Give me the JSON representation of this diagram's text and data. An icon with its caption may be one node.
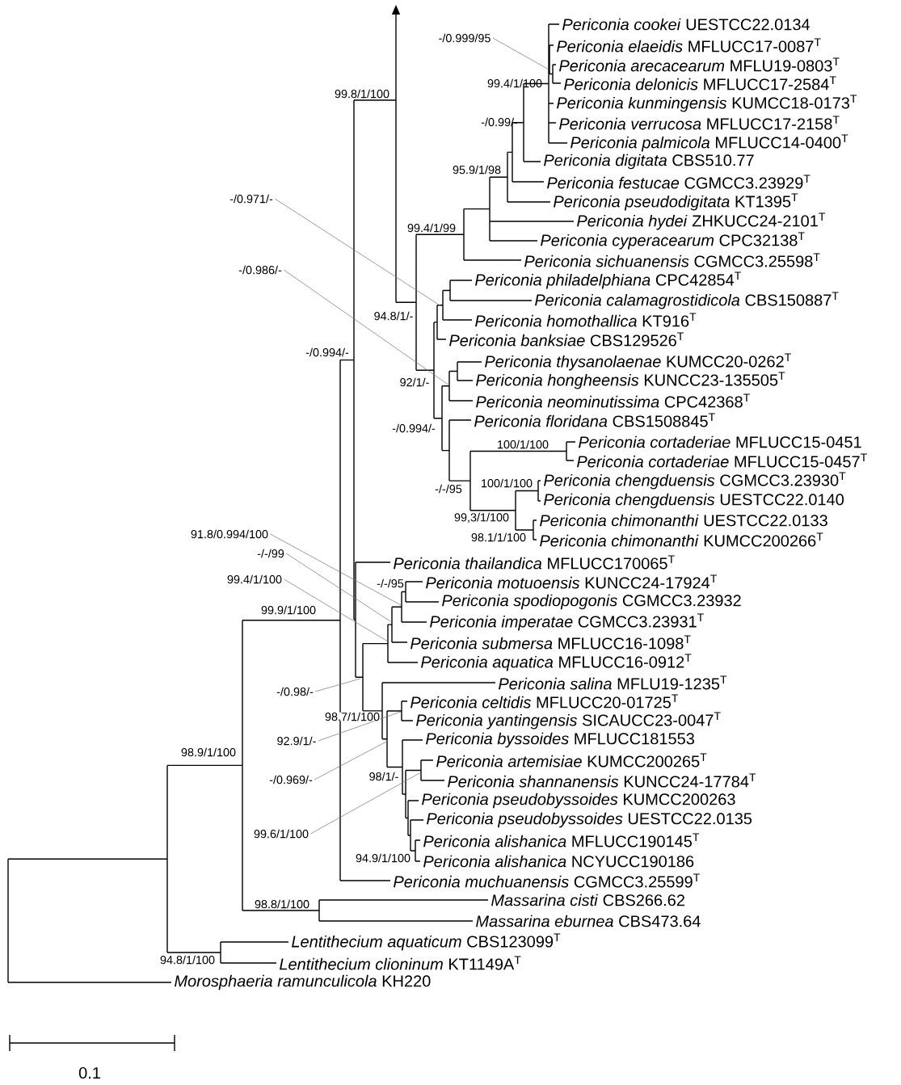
{
  "diagram": {
    "nodes": [
      {
        "text": [
          "-/0.999/95"
        ]
      },
      {
        "text": [
          "-/0.971/-"
        ]
      },
      {
        "text": [
          "-/0.986/-"
        ]
      },
      {
        "text": [
          "91.8/0.994/100"
        ]
      },
      {
        "text": [
          "-/-/99"
        ]
      },
      {
        "text": [
          "99.4/1/100"
        ]
      },
      {
        "text": [
          "-/0.98/-"
        ]
      },
      {
        "text": [
          "92.9/1/-"
        ]
      },
      {
        "text": [
          "-/0.969/-"
        ]
      },
      {
        "text": [
          "99.6/1/100"
        ]
      }
    ],
    "edges": [
      {
        "from": 0,
        "to": null,
        "arrow": "none"
      },
      {
        "from": 1,
        "to": null,
        "arrow": "none"
      },
      {
        "from": 2,
        "to": null,
        "arrow": "none"
      },
      {
        "from": 3,
        "to": null,
        "arrow": "none"
      },
      {
        "from": 4,
        "to": null,
        "arrow": "none"
      },
      {
        "from": 5,
        "to": null,
        "arrow": "none"
      },
      {
        "from": 6,
        "to": null,
        "arrow": "none"
      },
      {
        "from": 7,
        "to": null,
        "arrow": "none"
      },
      {
        "from": 8,
        "to": null,
        "arrow": "none"
      },
      {
        "from": 9,
        "to": null,
        "arrow": "none"
      }
    ],
    "labels": [
      "*Periconia cookei* UESTCC22.0134",
      "*Periconia elaeidis* MFLUCC17-0087$^{T}$",
      "*Periconia arecacearum* MFLU19-0803$^{T}$",
      "*Periconia delonicis* MFLUCC17-2584$^{T}$",
      "*Periconia kunmingensis* KUMCC18-0173$^{T}$",
      "*Periconia verrucosa* MFLUCC17-2158$^{T}$",
      "*Periconia palmicola* MFLUCC14-0400$^{T}$",
      "*Periconia digitata* CBS510.77",
      "*Periconia festucae* CGMCC3.23929$^{T}$",
      "*Periconia pseudodigitata* KT1395$^{T}$",
      "*Periconia hydei* ZHKUCC24-2101$^{T}$",
      "*Periconia cyperacearum* CPC32138$^{T}$",
      "*Periconia sichuanensis* CGMCC3.25598$^{T}$",
      "*Periconia philadelphiana* CPC42854$^{T}$",
      "*Periconia calamagrostidicola* CBS150887$^{T}$",
      "*Periconia homothallica* KT916$^{T}$",
      "*Periconia banksiae* CBS129526$^{T}$",
      "*Periconia thysanolaenae* KUMCC20-0262$^{T}$",
      "*Periconia hongheensis* KUNCC23-135505$^{T}$",
      "*Periconia neominutissima* CPC42368$^{T}$",
      "*Periconia floridana* CBS1508845$^{T}$",
      "*Periconia cortaderiae* MFLUCC15-0451",
      "*Periconia cortaderiae* MFLUCC15-0457$^{T}$",
      "*Periconia chengduensis* CGMCC3.23930$^{T}$",
      "*Periconia chengduensis* UESTCC22.0140",
      "*Periconia chimonanthi* UESTCC22.0133",
      "*Periconia chimonanthi* KUMCC200266$^{T}$",
      "*Periconia thailandica* MFLUCC170065$^{T}$",
      "*Periconia motuoensis* KUNCC24-17924$^{T}$",
      "*Periconia spodiopogonis* CGMCC3.23932",
      "*Periconia imperatae* CGMCC3.23931$^{T}$",
      "*Periconia submersa* MFLUCC16-1098$^{T}$",
      "*Periconia aquatica* MFLUCC16-0912$^{T}$",
      "*Periconia salina* MFLU19-1235$^{T}$",
      "*Periconia celtidis* MFLUCC20-01725$^{T}$",
      "*Periconia yantingensis* SICAUCC23-0047$^{T}$",
      "*Periconia byssoides* MFLUCC181553",
      "*Periconia artemisiae* KUMCC200265$^{T}$",
      "*Periconia shannanensis* KUNCC24-17784$^{T}$",
      "*Periconia pseudobyssoides* KUMCC200263",
      "*Periconia pseudobyssoides* UESTCC22.0135",
      "*Periconia alishanica* MFLUCC190145$^{T}$",
      "*Periconia alishanica* NCYUCC190186",
      "*Periconia muchuanensis* CGMCC3.25599$^{T}$",
      "*Massarina cisti* CBS266.62",
      "*Massarina eburnea* CBS473.64",
      "*Lentithecium aquaticum* CBS123099$^{T}$",
      "*Lentithecium clioninum* KT1149A$^{T}$",
      "*Morosphaeria ramunculicola* KH220",
      "99.8/1/100",
      "99.4/1/100",
      "-/0.99/-",
      "95.9/1/98",
      "99.4/1/99",
      "94.8/1/-",
      "-/0.994/-",
      "92/1/-",
      "-/0.994/-",
      "100/1/100",
      "100/1/100",
      "-/-/95",
      "99,3/1/100",
      "98.1/1/100",
      "-/-/95",
      "99.9/1/100",
      "98.7/1/100",
      "98.9/1/100",
      "98/1/-",
      "94.9/1/100",
      "98.8/1/100",
      "94.8/1/100",
      "0.1"
    ]
  }
}
